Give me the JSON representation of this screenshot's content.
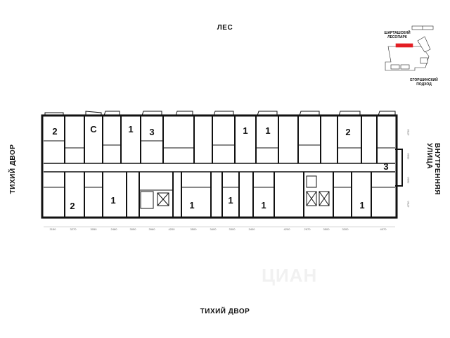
{
  "labels": {
    "top": "ЛЕС",
    "bottom": "ТИХИЙ ДВОР",
    "left": "ТИХИЙ ДВОР",
    "right": "ВНУТРЕННЯЯ УЛИЦА"
  },
  "key_plan": {
    "top_caption": "ШАРТАШСКИЙ ЛЕСОПАРК",
    "bottom_caption": "ЕГОРШИНСКИЙ ПОДХОД"
  },
  "rooms": {
    "top": [
      "2",
      "С",
      "1",
      "3",
      "1",
      "1",
      "2"
    ],
    "bottom": [
      "2",
      "1",
      "1",
      "1",
      "1",
      "1"
    ],
    "right_end": "3"
  },
  "dimensions": {
    "bottom": [
      "3150",
      "3270",
      "3050",
      "2480",
      "3050",
      "3960",
      "4200",
      "3500",
      "3400",
      "3300",
      "3400",
      "4200",
      "2970",
      "3500",
      "3200",
      "4070"
    ],
    "right": [
      "4700",
      "3500",
      "3600",
      "4700"
    ]
  },
  "watermark": "ЦИАН",
  "accent_color": "#e31e24"
}
